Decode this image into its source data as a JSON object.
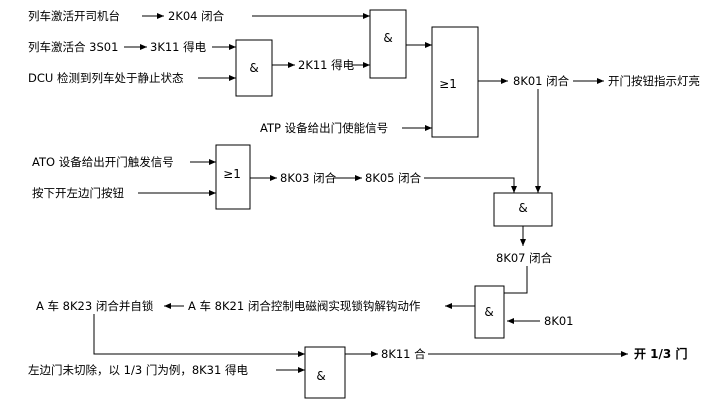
{
  "gates": {
    "g1": "&",
    "g2": "&",
    "g3": "≥1",
    "g4": "≥1",
    "g5": "&",
    "g6": "&",
    "g7": "&"
  },
  "labels": {
    "activate_cab": "列车激活开司机台",
    "k2k04_closed": "2K04 闭合",
    "activate_3s01": "列车激活合 3S01",
    "k3k11_energized": "3K11 得电",
    "dcu_standstill": "DCU 检测到列车处于静止状态",
    "k2k11_energized": "2K11 得电",
    "k8k01_closed": "8K01 闭合",
    "door_button_light": "开门按钮指示灯亮",
    "atp_enable": "ATP 设备给出门使能信号",
    "ato_trigger": "ATO 设备给出开门触发信号",
    "press_left_button": "按下开左边门按钮",
    "k8k03_closed": "8K03 闭合",
    "k8k05_closed": "8K05 闭合",
    "k8k07_closed": "8K07 闭合",
    "a_8k23": "A 车 8K23 闭合并自锁",
    "a_8k21": "A 车 8K21 闭合控制电磁阀实现锁钩解钩动作",
    "k8k01": "8K01",
    "left_door_not_isolated": "左边门未切除，以 1/3 门为例，8K31 得电",
    "k8k11": "8K11 合",
    "open_door_13": "开 1/3 门"
  }
}
